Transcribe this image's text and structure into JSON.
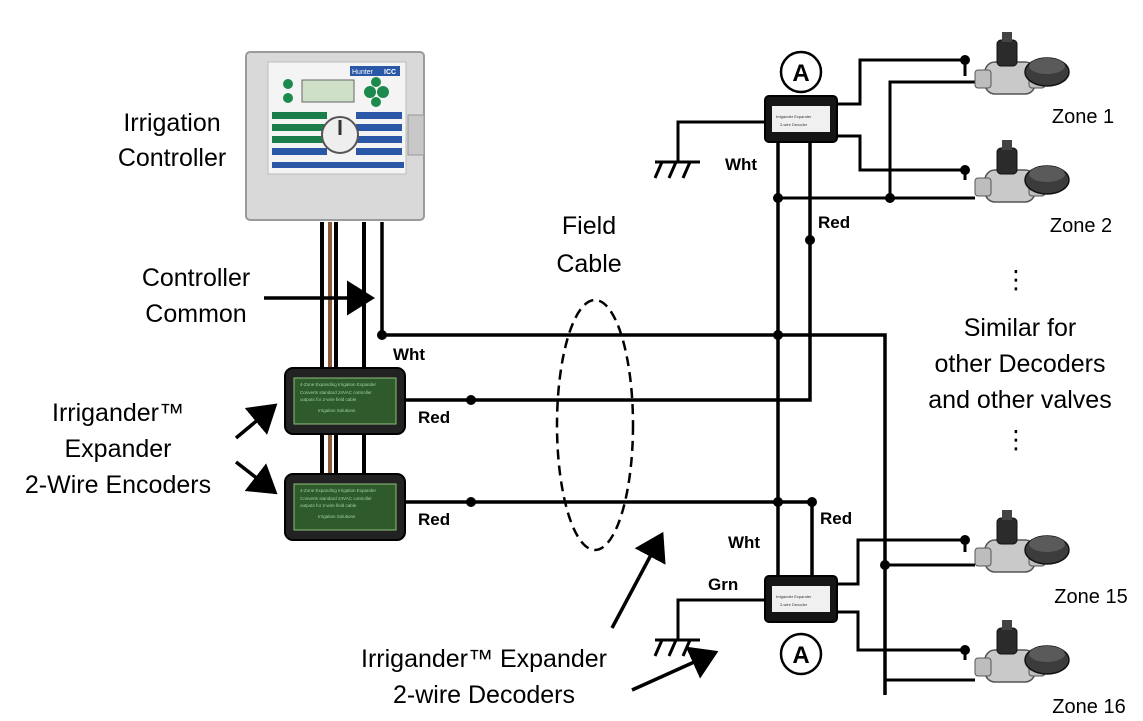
{
  "labels": {
    "controller_title": [
      "Irrigation",
      "Controller"
    ],
    "controller_common": [
      "Controller",
      "Common"
    ],
    "field_cable": [
      "Field",
      "Cable"
    ],
    "encoders": [
      "Irrigander™",
      "Expander",
      "2-Wire Encoders"
    ],
    "decoders": [
      "Irrigander™ Expander",
      "2-wire Decoders"
    ],
    "similar": [
      "Similar for",
      "other Decoders",
      "and other valves"
    ],
    "ellipsis": "⋮"
  },
  "wires": {
    "wht": "Wht",
    "red": "Red",
    "grn": "Grn"
  },
  "zones": [
    "Zone 1",
    "Zone 2",
    "Zone 15",
    "Zone 16"
  ],
  "decoder_badge": "A",
  "controller_brand": "Hunter",
  "controller_model": "ICC"
}
